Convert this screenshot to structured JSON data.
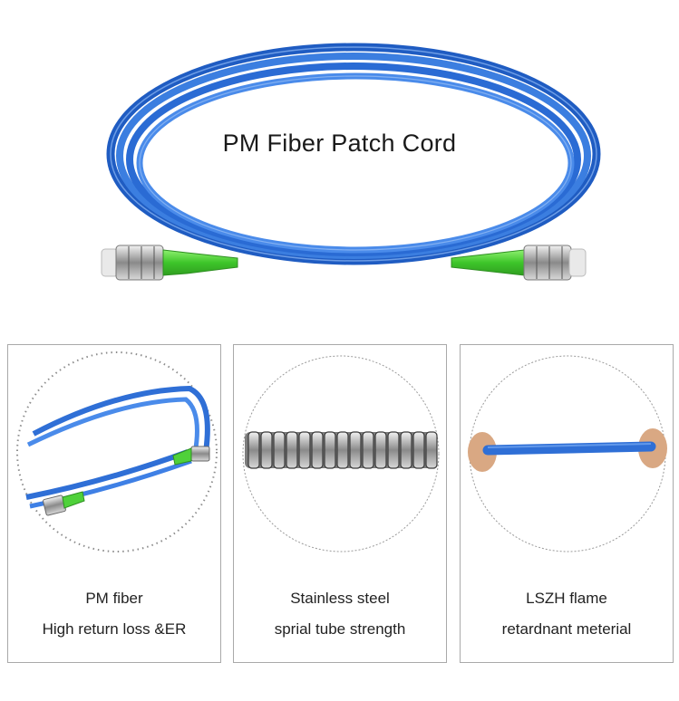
{
  "hero": {
    "title": "PM Fiber Patch Cord"
  },
  "panels": [
    {
      "line1": "PM fiber",
      "line2": "High return loss &ER"
    },
    {
      "line1": "Stainless steel",
      "line2": "sprial tube strength"
    },
    {
      "line1": "LSZH flame",
      "line2": "retardnant meterial"
    }
  ],
  "colors": {
    "cable_blue": "#2f6fd6",
    "connector_green": "#4fd13a",
    "steel": "#9a9a9a",
    "panel_border": "#a9a9a9"
  }
}
